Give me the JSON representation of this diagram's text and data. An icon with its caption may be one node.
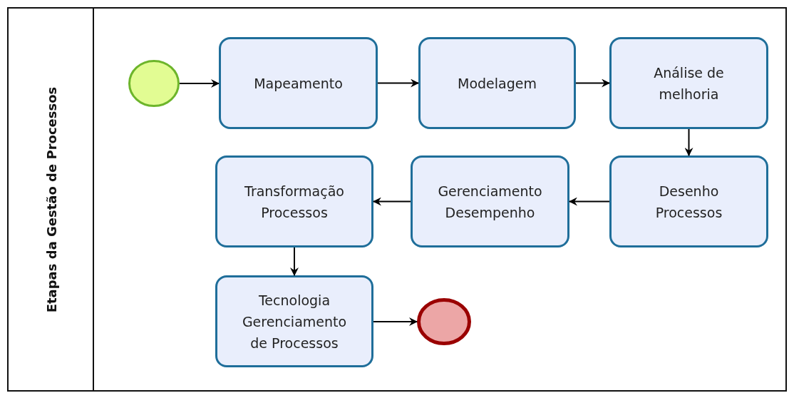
{
  "diagram": {
    "nodes": [
      {
        "text": [
          "Etapas da Gestão de Processos"
        ]
      },
      {
        "text": [],
        "shape": "circle",
        "in": 0
      },
      {
        "text": [
          "Mapeamento"
        ],
        "in": 0
      },
      {
        "text": [
          "Modelagem"
        ],
        "in": 0
      },
      {
        "text": [
          "Análise de melhoria"
        ],
        "in": 0
      },
      {
        "text": [
          "Desenho Processos"
        ],
        "in": 0
      },
      {
        "text": [
          "Gerenciamento Desempenho"
        ],
        "in": 0
      },
      {
        "text": [
          "Transformação Processos"
        ],
        "in": 0
      },
      {
        "text": [
          "Tecnologia Gerenciamento de Processos"
        ],
        "in": 0
      },
      {
        "text": [],
        "shape": "circle",
        "in": 0
      }
    ],
    "edges": [
      {
        "from": 1,
        "to": 2,
        "arrow": "to"
      },
      {
        "from": 2,
        "to": 3,
        "arrow": "to"
      },
      {
        "from": 3,
        "to": 4,
        "arrow": "to"
      },
      {
        "from": 4,
        "to": 5,
        "arrow": "to"
      },
      {
        "from": 5,
        "to": 6,
        "arrow": "to"
      },
      {
        "from": 6,
        "to": 7,
        "arrow": "to"
      },
      {
        "from": 7,
        "to": 8,
        "arrow": "to"
      },
      {
        "from": 8,
        "to": 9,
        "arrow": "to"
      }
    ]
  }
}
